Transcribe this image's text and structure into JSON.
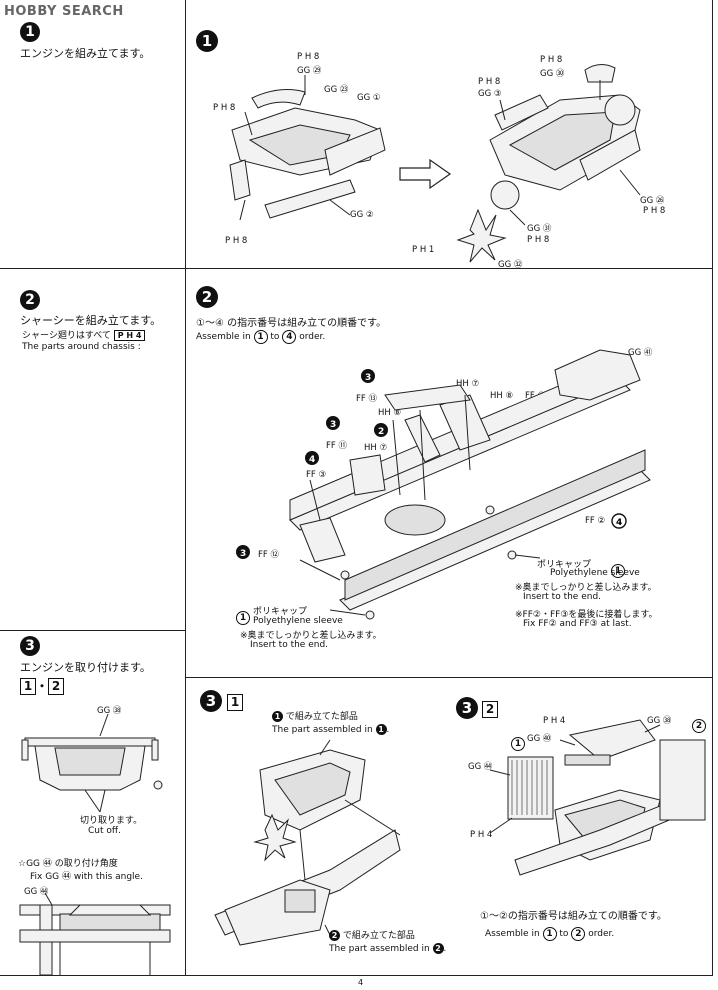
{
  "header": {
    "logo_text": "HOBBY SEARCH"
  },
  "left": {
    "step1": {
      "num": "1",
      "jp": "エンジンを組み立てます。"
    },
    "step2": {
      "num": "2",
      "jp": "シャーシーを組み立てます。",
      "note_jp": "シャーシ廻りはすべて",
      "note_part": "P H 4",
      "note_en": "The parts around chassis :"
    },
    "step3": {
      "num": "3",
      "jp": "エンジンを取り付けます。",
      "sub": [
        "1",
        "2"
      ],
      "gg38": "GG ㊳",
      "cut_jp": "切り取ります。",
      "cut_en": "Cut off.",
      "angle_jp": "☆GG ㊹ の取り付け角度",
      "angle_en": "Fix GG ㊹ with this angle.",
      "gg44": "GG ㊹"
    }
  },
  "s1": {
    "num": "1",
    "a_labels": [
      "P H 8",
      "GG ㉙",
      "GG ㉓",
      "GG ①",
      "P H 8",
      "GG ②",
      "P H 8"
    ],
    "b_labels": [
      "P H 8",
      "GG ㉚",
      "P H 8",
      "GG ③",
      "GG ㉖",
      "P H 8",
      "GG ㉛",
      "P H 8",
      "P H 1",
      "GG ㉜"
    ]
  },
  "s2": {
    "num": "2",
    "order_jp": "①～④ の指示番号は組み立ての順番です。",
    "order_en_pre": "Assemble in",
    "order_en_mid": "to",
    "order_en_post": "order.",
    "labels": {
      "gg41": "GG ㊶",
      "hh7a": "HH ⑦",
      "hh8a": "HH ⑧",
      "ff1": "FF ①",
      "ff13": "FF ⑬",
      "hh8b": "HH ⑧",
      "hh7b": "HH ⑦",
      "ff11": "FF ⑪",
      "ff3": "FF ③",
      "ff2": "FF ②",
      "ff12": "FF ⑫"
    },
    "sleeve_jp": "ポリキャップ",
    "sleeve_en": "Polyethylene sleeve",
    "insert_jp": "※奥までしっかりと差し込みます。",
    "insert_en": "Insert to the end.",
    "last_jp": "※FF②・FF③を最後に接着します。",
    "last_en": "Fix FF② and FF③ at last."
  },
  "s3a": {
    "num": "3",
    "sub": "1",
    "c1_jp": "で組み立てた部品",
    "c1_en": "The part assembled in",
    "c2_jp": "で組み立てた部品",
    "c2_en": "The part assembled in"
  },
  "s3b": {
    "num": "3",
    "sub": "2",
    "labels": {
      "ph4a": "P H 4",
      "gg38": "GG ㊳",
      "gg40": "GG ㊵",
      "gg44": "GG ㊹",
      "ph4b": "P H 4"
    },
    "order_jp": "①～②の指示番号は組み立ての順番です。",
    "order_en_pre": "Assemble in",
    "order_en_mid": "to",
    "order_en_post": "order."
  },
  "footer": {
    "page": "4"
  }
}
